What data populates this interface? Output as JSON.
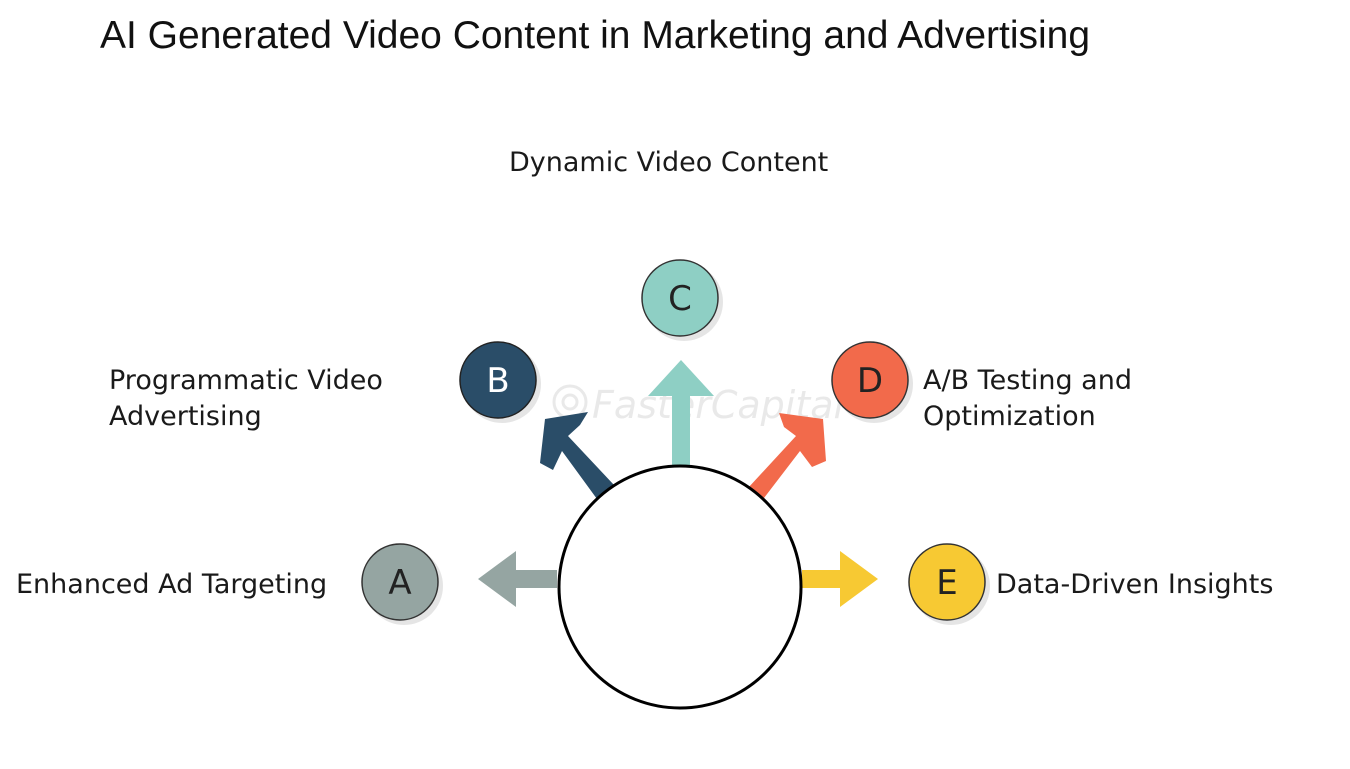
{
  "title": "AI Generated Video Content in Marketing and Advertising",
  "watermark": "FasterCapital",
  "nodes": [
    {
      "letter": "A",
      "label_lines": [
        "Enhanced Ad Targeting"
      ],
      "color": "#95a5a2"
    },
    {
      "letter": "B",
      "label_lines": [
        "Programmatic Video",
        "Advertising"
      ],
      "color": "#2a4d68"
    },
    {
      "letter": "C",
      "label_lines": [
        "Dynamic Video Content"
      ],
      "color": "#8ecfc4"
    },
    {
      "letter": "D",
      "label_lines": [
        "A/B Testing and",
        "Optimization"
      ],
      "color": "#f26a4b"
    },
    {
      "letter": "E",
      "label_lines": [
        "Data-Driven Insights"
      ],
      "color": "#f7c933"
    }
  ]
}
